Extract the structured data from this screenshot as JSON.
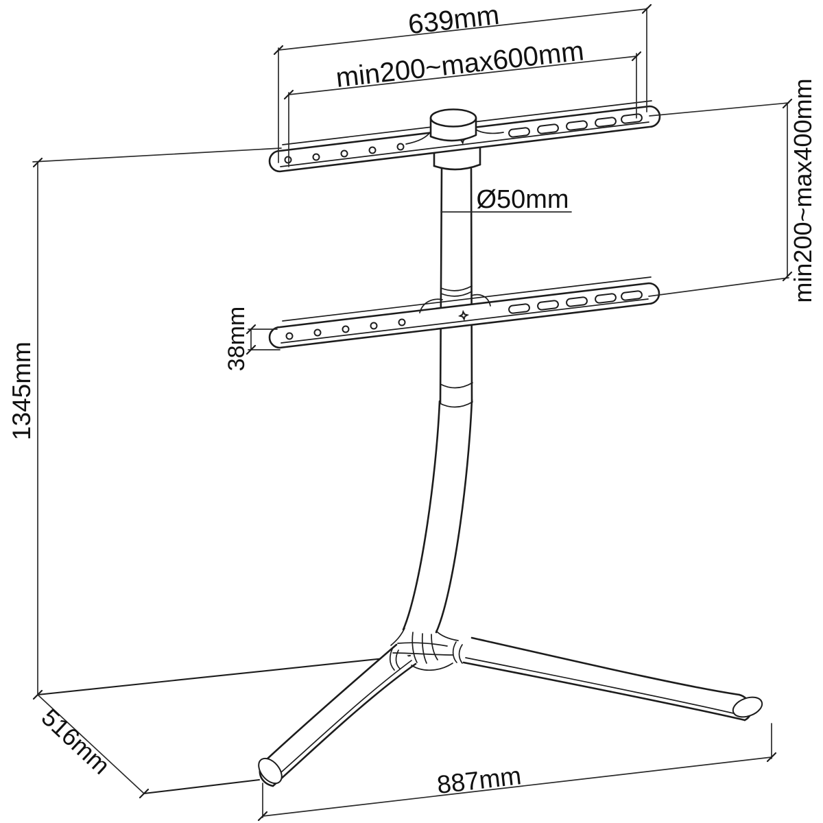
{
  "drawing": {
    "kind": "technical dimension drawing",
    "subject": "TV floor stand with Y base and dual VESA brackets",
    "background_color": "#ffffff",
    "line_color": "#1c1c1c"
  },
  "dimensions": {
    "top_width": "639mm",
    "vesa_horizontal": "min200~max600mm",
    "vesa_vertical": "min200~max400mm",
    "pole_diameter": "Ø50mm",
    "bracket_height": "38mm",
    "total_height": "1345mm",
    "base_depth": "516mm",
    "base_width": "887mm"
  }
}
